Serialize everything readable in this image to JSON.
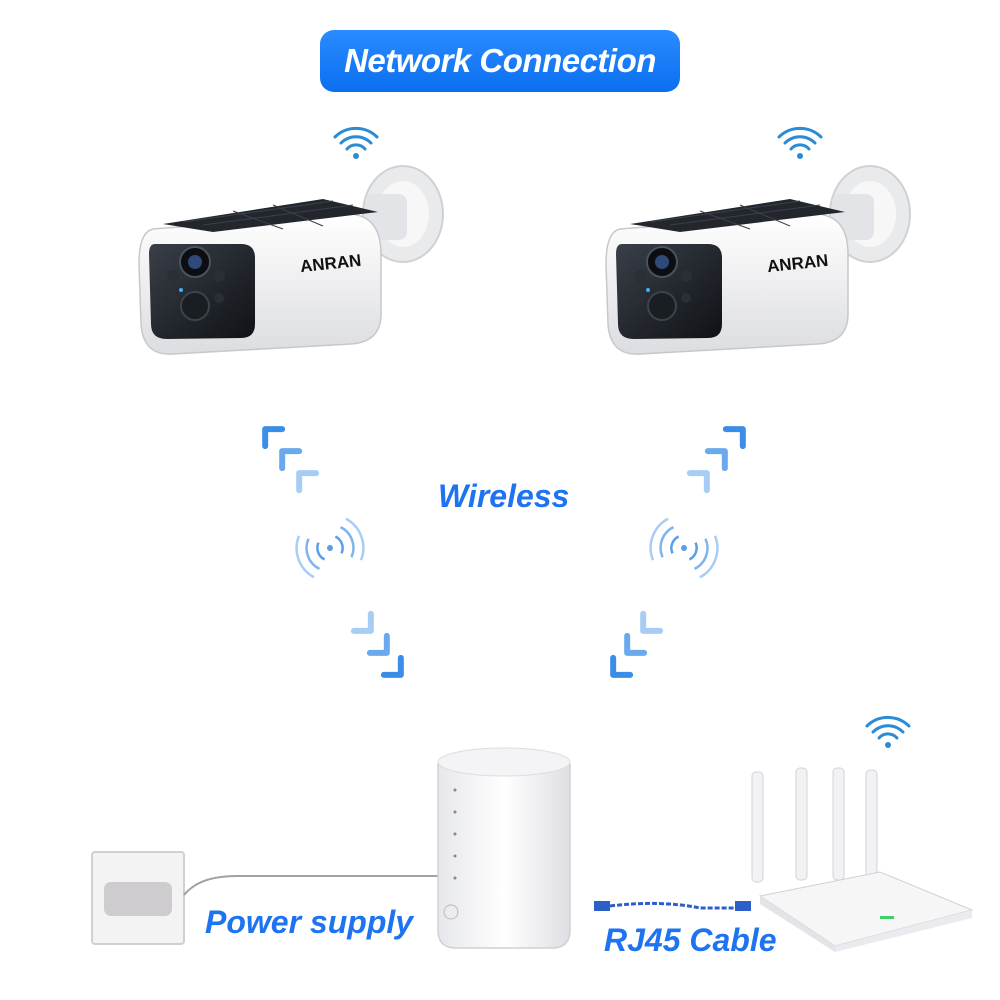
{
  "title": "Network Connection",
  "labels": {
    "wireless": "Wireless",
    "power_supply": "Power supply",
    "rj45_cable": "RJ45 Cable"
  },
  "brand": "ANRAN",
  "colors": {
    "accent": "#1e73f0",
    "title_bg": "#1b7df5"
  }
}
